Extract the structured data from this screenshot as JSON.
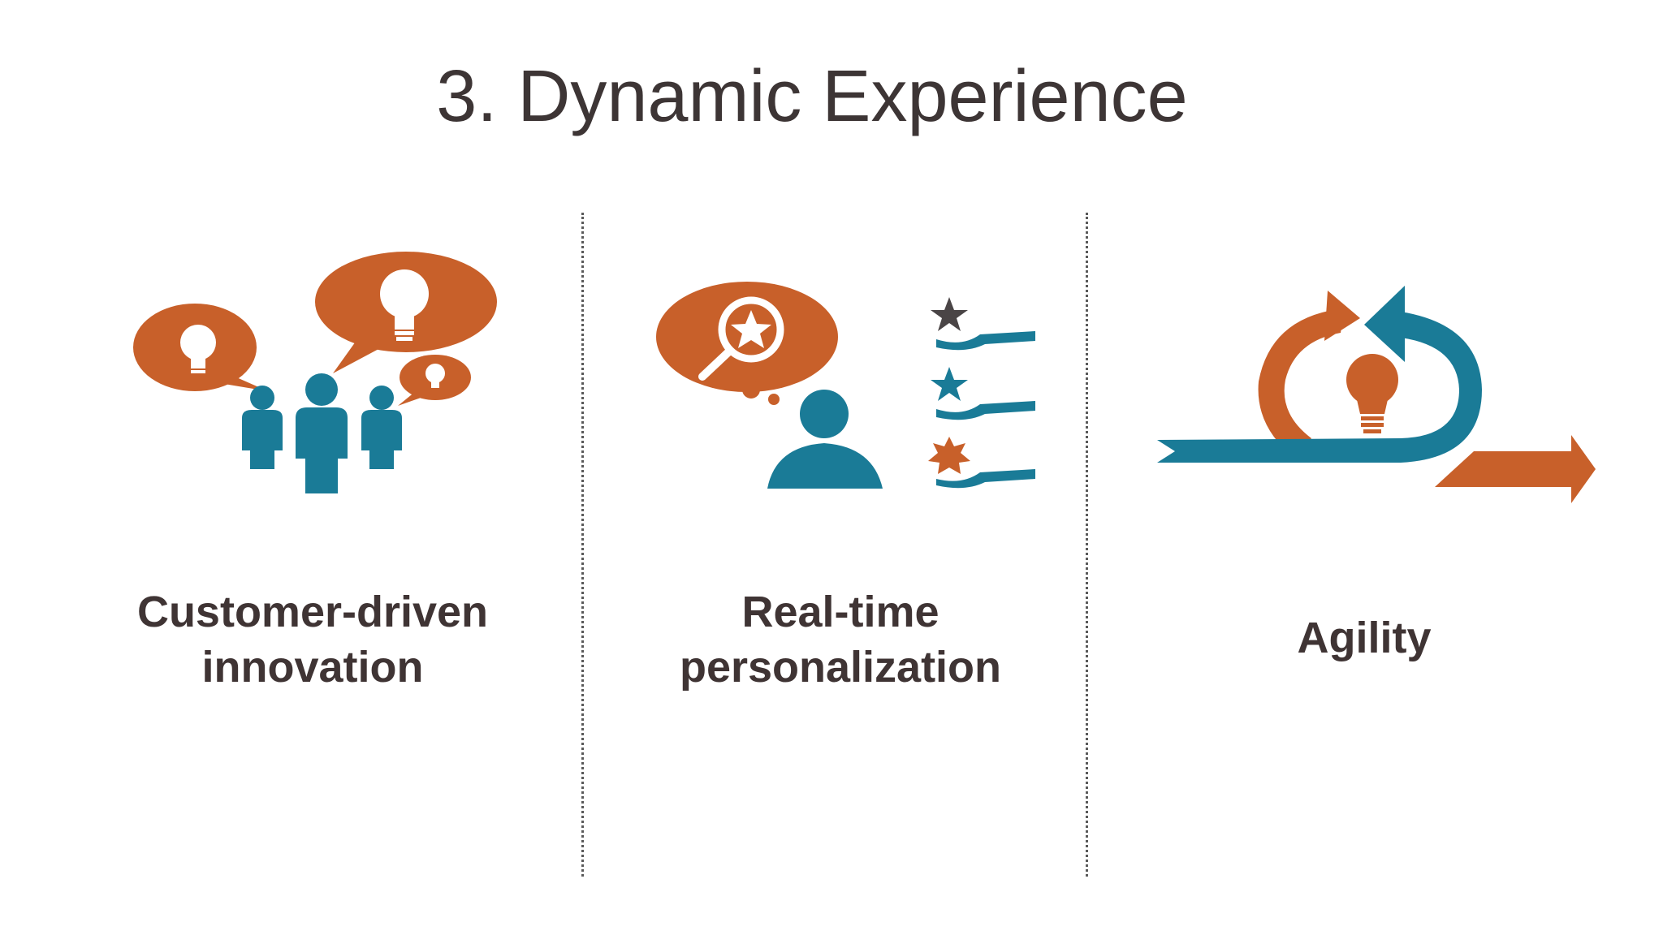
{
  "slide": {
    "title": "3. Dynamic Experience",
    "columns": [
      {
        "icon": "people-ideas-icon",
        "label_lines": [
          "Customer-driven",
          "innovation"
        ]
      },
      {
        "icon": "personalization-icon",
        "label_lines": [
          "Real-time",
          "personalization"
        ]
      },
      {
        "icon": "agility-loop-icon",
        "label_lines": [
          "Agility"
        ]
      }
    ]
  },
  "colors": {
    "orange": "#c8602a",
    "teal": "#1a7b97",
    "dark_gray": "#4a4546",
    "text": "#3f3434"
  }
}
